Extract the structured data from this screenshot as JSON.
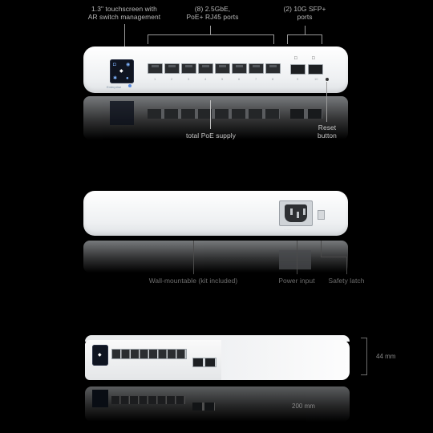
{
  "annotations": {
    "touchscreen": "1.3\" touchscreen with\nAR switch management",
    "rj45_ports": "(8) 2.5GbE,\nPoE+ RJ45 ports",
    "sfp_ports": "(2) 10G SFP+\nports",
    "poe_total": "total PoE supply",
    "reset_button": "Reset\nbutton",
    "wall_mount": "Wall-mountable (kit included)",
    "power_input": "Power input",
    "safety_latch": "Safety latch",
    "height": "44 mm",
    "width": "200 mm"
  },
  "device": {
    "brand": "Enterprise",
    "port_numbers": [
      "1",
      "2",
      "3",
      "4",
      "5",
      "6",
      "7",
      "8"
    ],
    "sfp_numbers": [
      "9",
      "10"
    ],
    "body_color": "#f2f3f5",
    "screen_icon_color": "#7fb4ff"
  }
}
